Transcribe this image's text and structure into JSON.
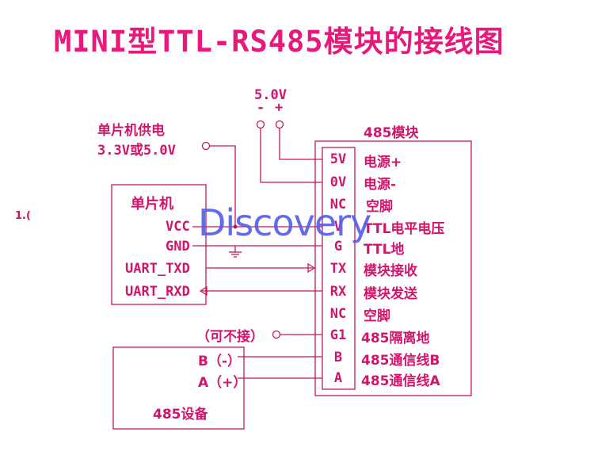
{
  "title": "MINI型TTL-RS485模块的接线图",
  "power": {
    "voltage": "5.0V",
    "minus": "-",
    "plus": "+"
  },
  "mcu_supply": {
    "line1": "单片机供电",
    "line2": "3.3V或5.0V"
  },
  "mcu": {
    "title": "单片机",
    "pins": [
      "VCC",
      "GND",
      "UART_TXD",
      "UART_RXD"
    ]
  },
  "module": {
    "title": "485模块",
    "pins": [
      {
        "pin": "5V",
        "label": "电源+"
      },
      {
        "pin": "0V",
        "label": "电源-"
      },
      {
        "pin": "NC",
        "label": "空脚"
      },
      {
        "pin": "V",
        "label": "TTL电平电压"
      },
      {
        "pin": "G",
        "label": "TTL地"
      },
      {
        "pin": "TX",
        "label": "模块接收"
      },
      {
        "pin": "RX",
        "label": "模块发送"
      },
      {
        "pin": "NC",
        "label": "空脚"
      },
      {
        "pin": "G1",
        "label": "485隔离地"
      },
      {
        "pin": "B",
        "label": "485通信线B"
      },
      {
        "pin": "A",
        "label": "485通信线A"
      }
    ]
  },
  "optional_note": "（可不接）",
  "device": {
    "title": "485设备",
    "b_label": "B（-）",
    "a_label": "A（+）"
  },
  "watermark": "Discovery",
  "stray": "1.("
}
